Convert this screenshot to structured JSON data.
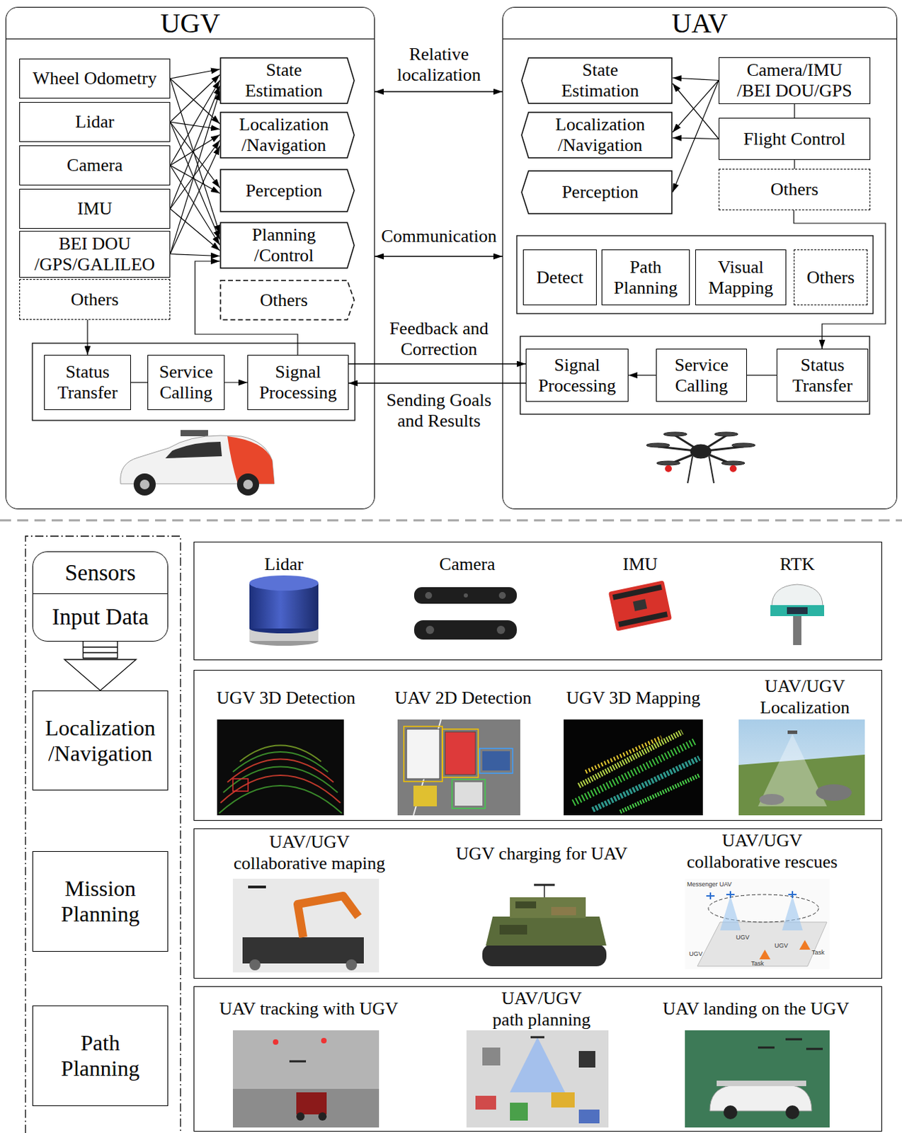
{
  "diagram": {
    "nodes": [
      {
        "text": [
          "UGV"
        ]
      },
      {
        "text": [
          "Wheel Odometry"
        ],
        "in": 0
      },
      {
        "text": [
          "Lidar"
        ],
        "in": 0
      },
      {
        "text": [
          "Camera"
        ],
        "in": 0
      },
      {
        "text": [
          "IMU"
        ],
        "in": 0
      },
      {
        "text": [
          "BEI DOU /GPS/GALILEO"
        ],
        "in": 0
      },
      {
        "text": [
          "Others"
        ],
        "in": 0
      },
      {
        "text": [
          "State Estimation"
        ],
        "in": 0
      },
      {
        "text": [
          "Localization /Navigation"
        ],
        "in": 0
      },
      {
        "text": [
          "Perception"
        ],
        "in": 0
      },
      {
        "text": [
          "Planning /Control"
        ],
        "in": 0
      },
      {
        "text": [
          "Others"
        ],
        "in": 0
      },
      {
        "text": [
          "Status Transfer"
        ],
        "in": 0
      },
      {
        "text": [
          "Service Calling"
        ],
        "in": 0
      },
      {
        "text": [
          "Signal Processing"
        ],
        "in": 0
      },
      {
        "text": [
          "UAV"
        ]
      },
      {
        "text": [
          "State Estimation"
        ],
        "in": 15
      },
      {
        "text": [
          "Localization /Navigation"
        ],
        "in": 15
      },
      {
        "text": [
          "Perception"
        ],
        "in": 15
      },
      {
        "text": [
          "Camera/IMU /BEI DOU/GPS"
        ],
        "in": 15
      },
      {
        "text": [
          "Flight Control"
        ],
        "in": 15
      },
      {
        "text": [
          "Others"
        ],
        "in": 15
      },
      {
        "text": [
          "Detect"
        ],
        "in": 15
      },
      {
        "text": [
          "Path Planning"
        ],
        "in": 15
      },
      {
        "text": [
          "Visual Mapping"
        ],
        "in": 15
      },
      {
        "text": [
          "Others"
        ],
        "in": 15
      },
      {
        "text": [
          "Signal Processing"
        ],
        "in": 15
      },
      {
        "text": [
          "Service Calling"
        ],
        "in": 15
      },
      {
        "text": [
          "Status Transfer"
        ],
        "in": 15
      },
      {
        "text": [
          "Sensors",
          "Input Data"
        ]
      },
      {
        "text": [
          "Localization /Navigation"
        ]
      },
      {
        "text": [
          "Mission Planning"
        ]
      },
      {
        "text": [
          "Path Planning"
        ]
      },
      {
        "text": [
          "Lidar",
          "Camera",
          "IMU",
          "RTK"
        ]
      },
      {
        "text": [
          "UGV 3D Detection",
          "UAV 2D Detection",
          "UGV 3D Mapping",
          "UAV/UGV Localization"
        ]
      },
      {
        "text": [
          "UAV/UGV collaborative maping",
          "UGV charging for UAV",
          "UAV/UGV collaborative rescues"
        ]
      },
      {
        "text": [
          "UAV tracking with UGV",
          "UAV/UGV path planning",
          "UAV landing on the UGV"
        ]
      }
    ],
    "edges": [
      {
        "from": 0,
        "to": 15,
        "arrow": "both",
        "label": "Relative localization"
      },
      {
        "from": 0,
        "to": 15,
        "arrow": "both",
        "label": "Communication"
      },
      {
        "from": 14,
        "to": 26,
        "arrow": "to",
        "label": "Feedback and Correction"
      },
      {
        "from": 26,
        "to": 14,
        "arrow": "to",
        "label": "Sending Goals and Results"
      },
      {
        "from": 1,
        "to": 7,
        "arrow": "to"
      },
      {
        "from": 1,
        "to": 8,
        "arrow": "to"
      },
      {
        "from": 1,
        "to": 10,
        "arrow": "to"
      },
      {
        "from": 2,
        "to": 7,
        "arrow": "to"
      },
      {
        "from": 2,
        "to": 8,
        "arrow": "to"
      },
      {
        "from": 2,
        "to": 9,
        "arrow": "to"
      },
      {
        "from": 2,
        "to": 10,
        "arrow": "to"
      },
      {
        "from": 3,
        "to": 7,
        "arrow": "to"
      },
      {
        "from": 3,
        "to": 8,
        "arrow": "to"
      },
      {
        "from": 3,
        "to": 9,
        "arrow": "to"
      },
      {
        "from": 3,
        "to": 10,
        "arrow": "to"
      },
      {
        "from": 4,
        "to": 7,
        "arrow": "to"
      },
      {
        "from": 4,
        "to": 8,
        "arrow": "to"
      },
      {
        "from": 4,
        "to": 10,
        "arrow": "to"
      },
      {
        "from": 5,
        "to": 7,
        "arrow": "to"
      },
      {
        "from": 5,
        "to": 8,
        "arrow": "to"
      },
      {
        "from": 5,
        "to": 10,
        "arrow": "to"
      },
      {
        "from": 6,
        "to": 12,
        "arrow": "to"
      },
      {
        "from": 12,
        "to": 13,
        "arrow": "none"
      },
      {
        "from": 13,
        "to": 14,
        "arrow": "to"
      },
      {
        "from": 14,
        "to": 10,
        "arrow": "to"
      },
      {
        "from": 19,
        "to": 16,
        "arrow": "to"
      },
      {
        "from": 19,
        "to": 17,
        "arrow": "to"
      },
      {
        "from": 19,
        "to": 18,
        "arrow": "to"
      },
      {
        "from": 20,
        "to": 16,
        "arrow": "to"
      },
      {
        "from": 20,
        "to": 17,
        "arrow": "to"
      },
      {
        "from": 19,
        "to": 20,
        "arrow": "none"
      },
      {
        "from": 20,
        "to": 21,
        "arrow": "none"
      },
      {
        "from": 21,
        "to": 28,
        "arrow": "to"
      },
      {
        "from": 28,
        "to": 27,
        "arrow": "none"
      },
      {
        "from": 27,
        "to": 26,
        "arrow": "to"
      },
      {
        "from": 29,
        "to": 30,
        "arrow": "to"
      }
    ],
    "labels": [
      "Messenger UAV",
      "UGV",
      "UGV",
      "UGV",
      "Task",
      "Task"
    ]
  }
}
